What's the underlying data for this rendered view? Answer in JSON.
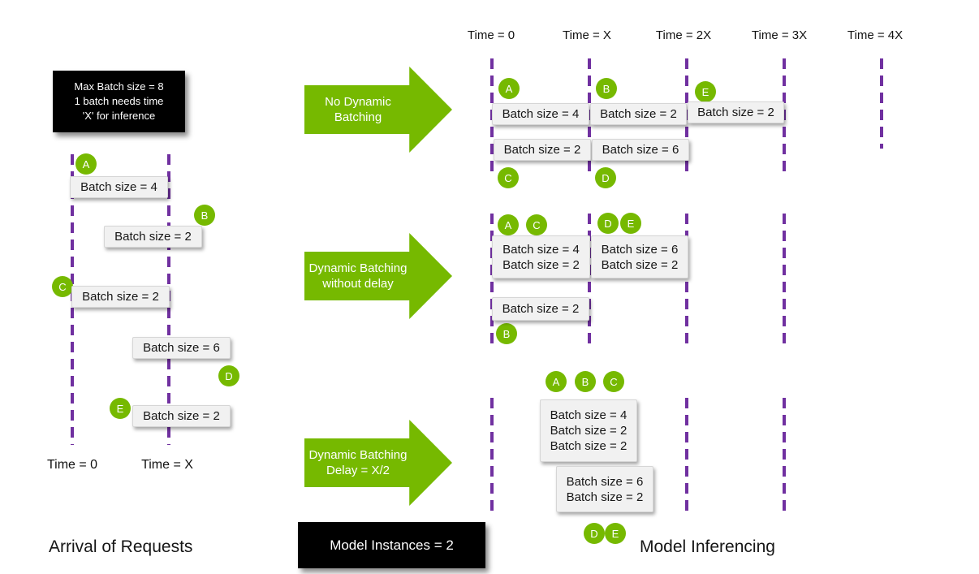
{
  "colors": {
    "green": "#76B900",
    "purple": "#7030A0",
    "batch_box_bg": "#F1F1F1",
    "black_box_bg": "#000000"
  },
  "left_panel": {
    "info_box_lines": [
      "Max Batch size = 8",
      "1 batch needs time",
      "'X' for inference"
    ],
    "time_labels": [
      "Time = 0",
      "Time = X"
    ],
    "title": "Arrival of Requests",
    "requests": [
      {
        "id": "A",
        "label": "Batch size = 4"
      },
      {
        "id": "B",
        "label": "Batch size = 2"
      },
      {
        "id": "C",
        "label": "Batch size = 2"
      },
      {
        "id": "D",
        "label": "Batch size = 6"
      },
      {
        "id": "E",
        "label": "Batch size = 2"
      }
    ]
  },
  "model_instances_label": "Model Instances = 2",
  "right_panel": {
    "time_labels": [
      "Time = 0",
      "Time = X",
      "Time = 2X",
      "Time = 3X",
      "Time = 4X"
    ],
    "title": "Model Inferencing"
  },
  "scenarios": [
    {
      "arrow_lines": [
        "No Dynamic",
        "Batching"
      ],
      "batches": [
        {
          "badges": [
            "A"
          ],
          "lines": [
            "Batch size = 4"
          ]
        },
        {
          "badges": [
            "B"
          ],
          "lines": [
            "Batch size = 2"
          ]
        },
        {
          "badges": [
            "E"
          ],
          "lines": [
            "Batch size = 2"
          ]
        },
        {
          "badges": [
            "C"
          ],
          "lines": [
            "Batch size = 2"
          ]
        },
        {
          "badges": [
            "D"
          ],
          "lines": [
            "Batch size = 6"
          ]
        }
      ]
    },
    {
      "arrow_lines": [
        "Dynamic Batching",
        "without delay"
      ],
      "batches": [
        {
          "badges": [
            "A",
            "C"
          ],
          "lines": [
            "Batch size = 4",
            "Batch size = 2"
          ]
        },
        {
          "badges": [
            "D",
            "E"
          ],
          "lines": [
            "Batch size = 6",
            "Batch size = 2"
          ]
        },
        {
          "badges": [
            "B"
          ],
          "lines": [
            "Batch size = 2"
          ]
        }
      ]
    },
    {
      "arrow_lines": [
        "Dynamic Batching",
        "Delay = X/2"
      ],
      "batches": [
        {
          "badges": [
            "A",
            "B",
            "C"
          ],
          "lines": [
            "Batch size = 4",
            "Batch size = 2",
            "Batch size = 2"
          ]
        },
        {
          "badges": [
            "D",
            "E"
          ],
          "lines": [
            "Batch size = 6",
            "Batch size = 2"
          ]
        }
      ]
    }
  ]
}
